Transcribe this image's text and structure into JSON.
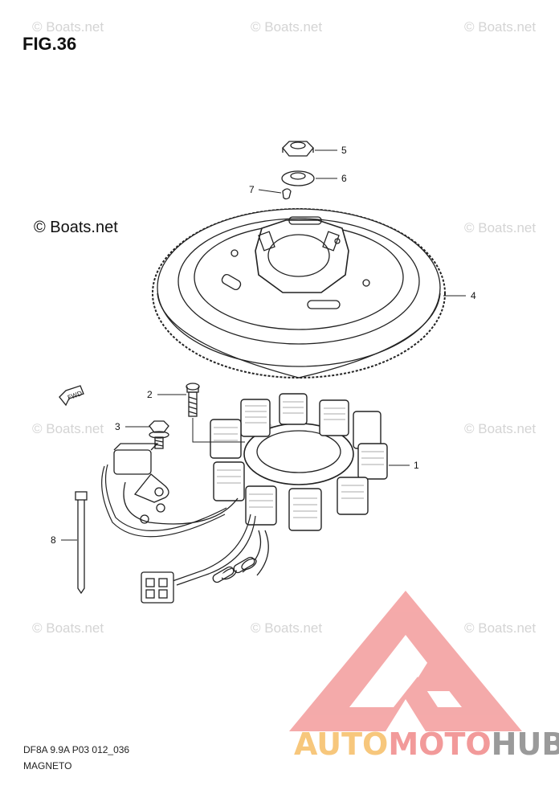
{
  "figure": {
    "title": "FIG.36",
    "code": "DF8A 9.9A P03 012_036",
    "name": "MAGNETO"
  },
  "watermark": {
    "main_text": "© Boats.net",
    "tile_text": "© Boats.net"
  },
  "callouts": [
    {
      "id": "1",
      "label": "1"
    },
    {
      "id": "2",
      "label": "2"
    },
    {
      "id": "3",
      "label": "3"
    },
    {
      "id": "4",
      "label": "4"
    },
    {
      "id": "5",
      "label": "5"
    },
    {
      "id": "6",
      "label": "6"
    },
    {
      "id": "7",
      "label": "7"
    },
    {
      "id": "8",
      "label": "8"
    }
  ],
  "fwd_label": "FWD",
  "brand": {
    "part1": "AUTO",
    "part2": "MOTO",
    "part3": "HUB",
    "colors": {
      "auto": "#f7c77c",
      "moto": "#f29a9a",
      "hub": "#9a9a9a",
      "logo": "#f4a3a3"
    }
  }
}
